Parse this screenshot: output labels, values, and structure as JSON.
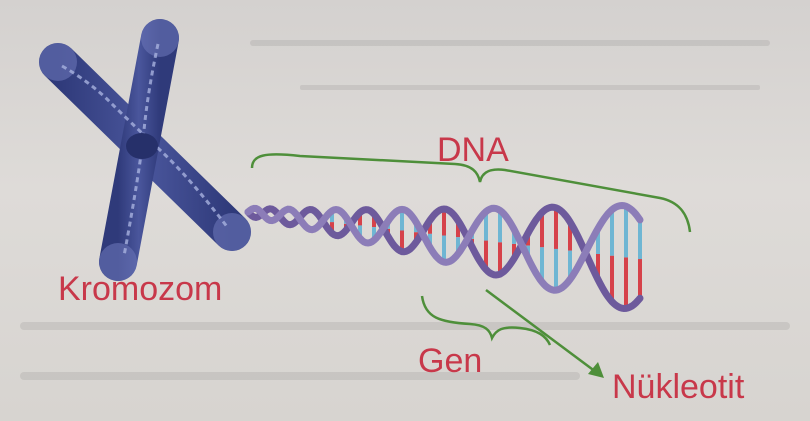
{
  "labels": {
    "dna": "DNA",
    "kromozom": "Kromozom",
    "gen": "Gen",
    "nukleotit": "Nükleotit"
  },
  "colors": {
    "label": "#c8384a",
    "bracket": "#4e8f3a",
    "chromosome": "#3f4a8e",
    "backbone": "#6d5a9c",
    "base_red": "#d6424a",
    "base_blue": "#6fb6d3",
    "background": "#d9d6d3"
  }
}
